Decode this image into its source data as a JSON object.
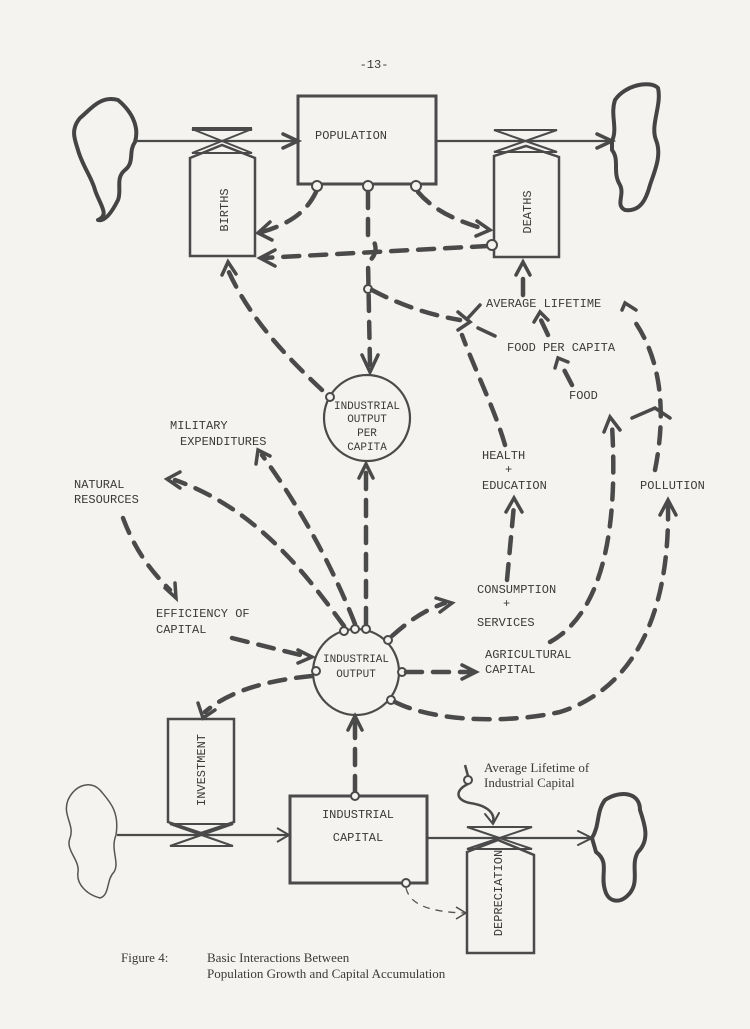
{
  "page_number": "-13-",
  "stocks": {
    "population": "POPULATION",
    "industrial_capital_line1": "INDUSTRIAL",
    "industrial_capital_line2": "CAPITAL"
  },
  "rates": {
    "births": "BIRTHS",
    "deaths": "DEATHS",
    "investment": "INVESTMENT",
    "depreciation": "DEPRECIATION"
  },
  "auxiliaries": {
    "industrial_output_per_capita": [
      "INDUSTRIAL",
      "OUTPUT",
      "PER",
      "CAPITA"
    ],
    "industrial_output": [
      "INDUSTRIAL",
      "OUTPUT"
    ]
  },
  "variables": {
    "average_lifetime": "AVERAGE LIFETIME",
    "food_per_capita": "FOOD PER CAPITA",
    "food": "FOOD",
    "health_education": [
      "HEALTH",
      "+",
      "EDUCATION"
    ],
    "pollution": "POLLUTION",
    "military_expenditures": [
      "MILITARY",
      "EXPENDITURES"
    ],
    "natural_resources": [
      "NATURAL",
      "RESOURCES"
    ],
    "efficiency_of_capital": [
      "EFFICIENCY OF",
      "CAPITAL"
    ],
    "consumption_services": [
      "CONSUMPTION",
      "+",
      "SERVICES"
    ],
    "agricultural_capital": [
      "AGRICULTURAL",
      "CAPITAL"
    ],
    "avg_lifetime_industrial_capital": [
      "Average Lifetime of",
      "Industrial Capital"
    ]
  },
  "caption": {
    "label": "Figure 4:",
    "line1": "Basic Interactions Between",
    "line2": "Population Growth and Capital Accumulation"
  }
}
